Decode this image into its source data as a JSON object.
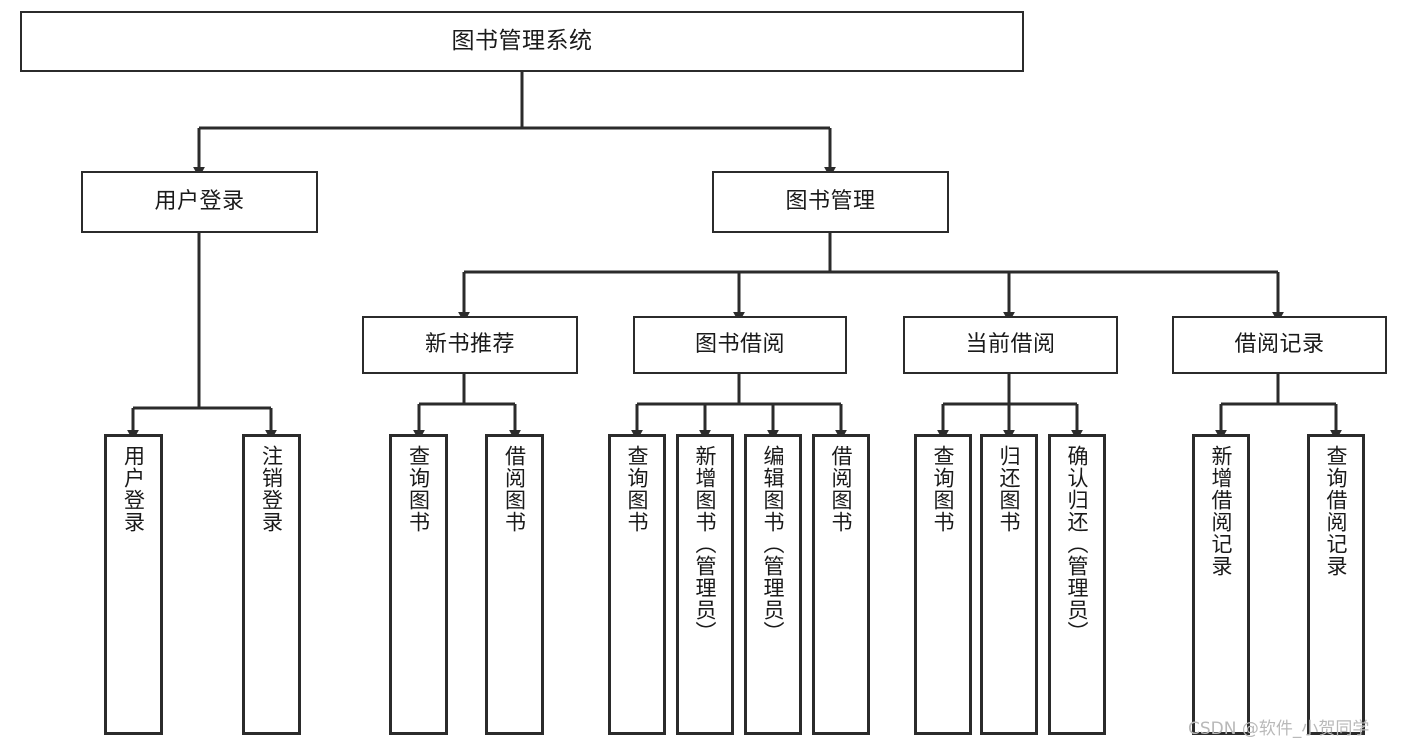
{
  "diagram": {
    "title": "图书管理系统",
    "type": "functional-structure-tree",
    "watermark": "CSDN @软件_小贺同学",
    "colors": {
      "background": "#ffffff",
      "border": "#2b2b2b",
      "text": "#1a1a1a",
      "edge": "#2b2b2b",
      "watermark": "#b9b9b9"
    },
    "nodes": {
      "root": {
        "label": "图书管理系统"
      },
      "level1": [
        {
          "label": "用户登录"
        },
        {
          "label": "图书管理"
        }
      ],
      "level2": [
        {
          "label": "新书推荐"
        },
        {
          "label": "图书借阅"
        },
        {
          "label": "当前借阅"
        },
        {
          "label": "借阅记录"
        }
      ],
      "leaves": {
        "user_login": [
          {
            "label": "用户登录"
          },
          {
            "label": "注销登录"
          }
        ],
        "new_book_recommend": [
          {
            "label": "查询图书"
          },
          {
            "label": "借阅图书"
          }
        ],
        "book_borrow": [
          {
            "label": "查询图书"
          },
          {
            "label": "新增图书（管理员）"
          },
          {
            "label": "编辑图书（管理员）"
          },
          {
            "label": "借阅图书"
          }
        ],
        "current_borrow": [
          {
            "label": "查询图书"
          },
          {
            "label": "归还图书"
          },
          {
            "label": "确认归还（管理员）"
          }
        ],
        "borrow_record": [
          {
            "label": "新增借阅记录"
          },
          {
            "label": "查询借阅记录"
          }
        ]
      }
    }
  }
}
